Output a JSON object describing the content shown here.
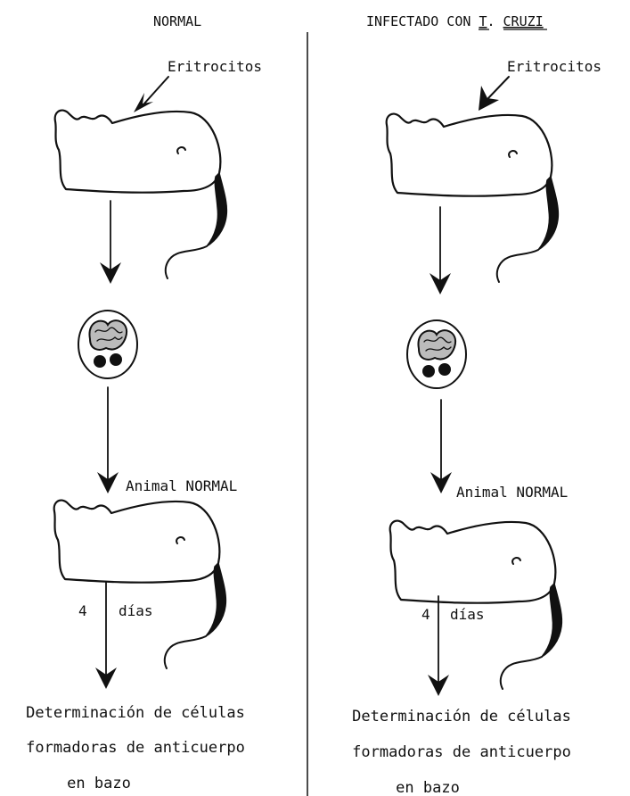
{
  "left": {
    "heading": "NORMAL",
    "inject_label": "Eritrocitos",
    "recipient_label": "Animal NORMAL",
    "days_num": "4",
    "days_word": "días",
    "result_line1": "Determinación de células",
    "result_line2": "formadoras de anticuerpo",
    "result_line3": "en bazo"
  },
  "right": {
    "heading_prefix": "INFECTADO CON ",
    "heading_genus": "T",
    "heading_dot": ". ",
    "heading_species": "CRUZI",
    "inject_label": "Eritrocitos",
    "recipient_label": "Animal NORMAL",
    "days_num": "4",
    "days_word": "días",
    "result_line1": "Determinación de células",
    "result_line2": "formadoras de anticuerpo",
    "result_line3": "en bazo"
  }
}
